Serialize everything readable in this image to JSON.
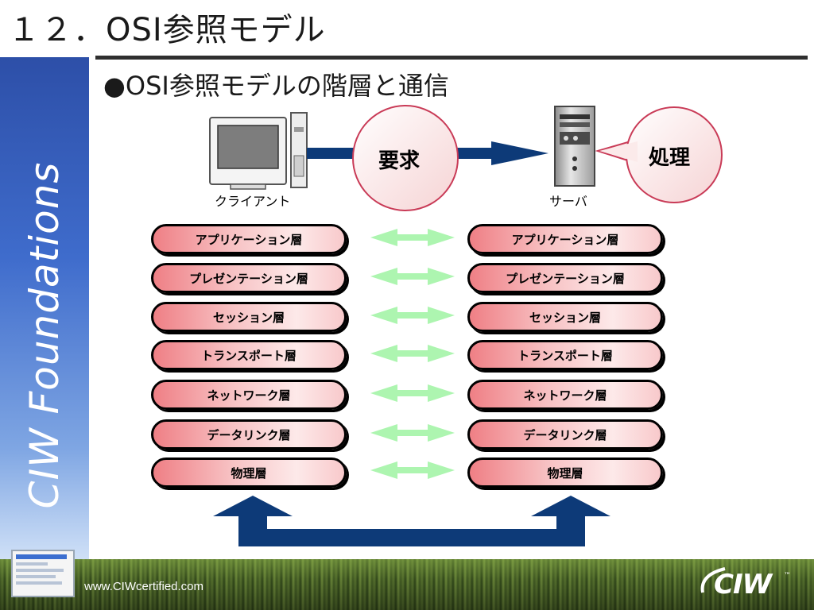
{
  "slide": {
    "title": "１２．OSI参照モデル",
    "subtitle": "●OSI参照モデルの階層と通信",
    "sidebar_text": "CIW Foundations",
    "footer_url": "www.CIWcertified.com",
    "footer_logo": "CIW",
    "footer_tm": "™"
  },
  "diagram": {
    "client_label": "クライアント",
    "server_label": "サーバ",
    "request_label": "要求",
    "process_label": "処理",
    "client_layers": [
      "アプリケーション層",
      "プレゼンテーション層",
      "セッション層",
      "トランスポート層",
      "ネットワーク層",
      "データリンク層",
      "物理層"
    ],
    "server_layers": [
      "アプリケーション層",
      "プレゼンテーション層",
      "セッション層",
      "トランスポート層",
      "ネットワーク層",
      "データリンク層",
      "物理層"
    ]
  },
  "colors": {
    "navy": "#0d3a78",
    "pill_pink": "#ef7f85",
    "bubble_pink": "#f9dcdc",
    "peer_arrow_green": "#adf5b0",
    "sidebar_blue": "#3f6ccc"
  }
}
